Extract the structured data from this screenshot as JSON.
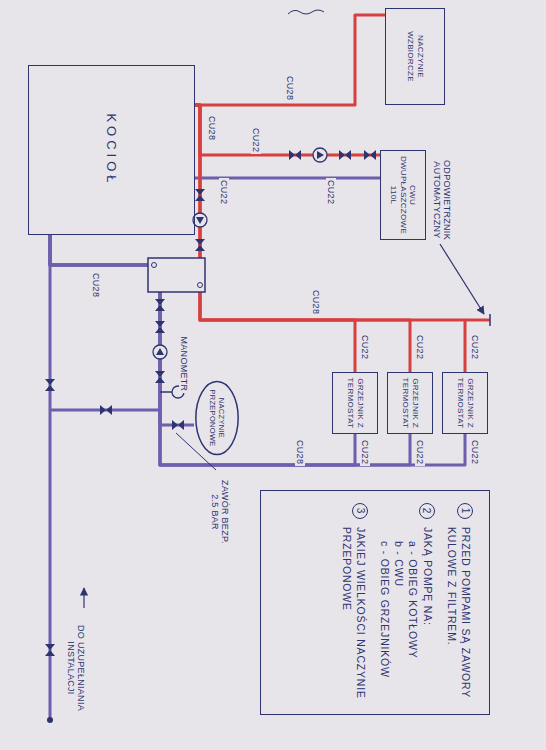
{
  "diagram": {
    "nodes": [
      {
        "text": [
          "KOCIOŁ"
        ]
      },
      {
        "text": [
          "NACZYNIE WZBIORCZE"
        ]
      },
      {
        "text": [
          "CWU DWUPŁASZCZOWE 110L"
        ]
      },
      {
        "text": [
          "GRZEJNIK Z TERMOSTAT"
        ]
      },
      {
        "text": [
          "GRZEJNIK Z TERMOSTAT"
        ]
      },
      {
        "text": [
          "GRZEJNIK Z TERMOSTAT"
        ]
      },
      {
        "text": [
          "NACZYNIE PRZEPONOWE"
        ]
      },
      {
        "text": [
          "1",
          "PRZED POMPAMI SĄ ZAWORY KULOWE Z FILTREM.",
          "2",
          "JAKĄ POMPĘ NA:",
          "a - OBIEG KOTŁOWY",
          "b - CWU",
          "c - OBIEG GRZEJNIKÓW",
          "3",
          "JAKIEJ WIELKOŚCI NACZYNIE PRZEPONOWE"
        ]
      }
    ],
    "edges": [
      {
        "from": 0,
        "to": 1,
        "arrow": "none"
      },
      {
        "from": 0,
        "to": 2,
        "arrow": "none"
      },
      {
        "from": 2,
        "to": 0,
        "arrow": "none"
      },
      {
        "from": 0,
        "to": 3,
        "arrow": "none"
      },
      {
        "from": 0,
        "to": 4,
        "arrow": "none"
      },
      {
        "from": 0,
        "to": 5,
        "arrow": "none"
      },
      {
        "from": 3,
        "to": 0,
        "arrow": "none"
      },
      {
        "from": 4,
        "to": 0,
        "arrow": "none"
      },
      {
        "from": 5,
        "to": 0,
        "arrow": "none"
      },
      {
        "from": 6,
        "to": 0,
        "arrow": "none"
      }
    ],
    "labels": [
      "CU28",
      "CU28",
      "CU22",
      "CU22",
      "CU22",
      "CU28",
      "CU28",
      "CU22",
      "CU22",
      "CU22",
      "CU22",
      "CU22",
      "CU22",
      "CU28",
      "ODPOWIETRZNIK AUTOMATYCZNY",
      "MANOMETR",
      "ZAWÓR BEZP. 2.5 BAR",
      "DO UZUPEŁNIANIA INSTALACJI"
    ]
  }
}
